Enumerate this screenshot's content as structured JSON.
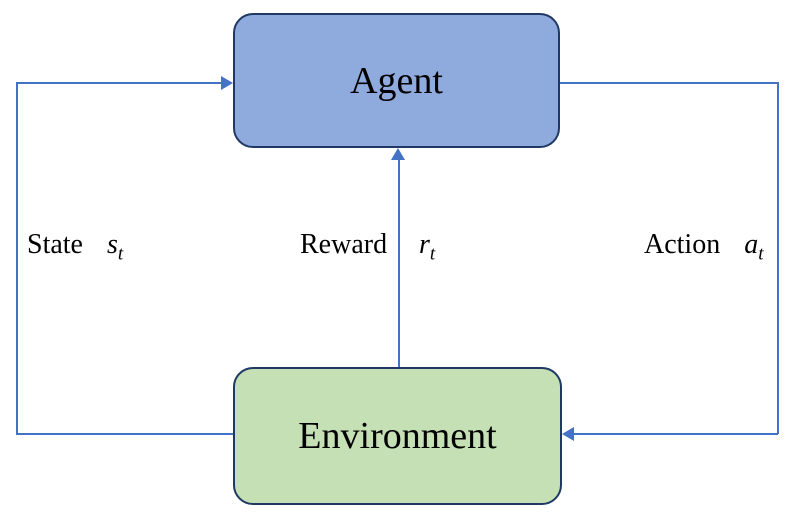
{
  "diagram": {
    "nodes": {
      "agent": {
        "label": "Agent"
      },
      "environment": {
        "label": "Environment"
      }
    },
    "edges": {
      "state": {
        "word": "State",
        "symbol": "s",
        "subscript": "t",
        "from": "environment",
        "to": "agent"
      },
      "reward": {
        "word": "Reward",
        "symbol": "r",
        "subscript": "t",
        "from": "environment",
        "to": "agent"
      },
      "action": {
        "word": "Action",
        "symbol": "a",
        "subscript": "t",
        "from": "agent",
        "to": "environment"
      }
    },
    "colors": {
      "agent_fill": "#8faadc",
      "environment_fill": "#c5e0b4",
      "node_border": "#1f3864",
      "line": "#4472c4",
      "text": "#000000",
      "background": "#ffffff"
    }
  }
}
